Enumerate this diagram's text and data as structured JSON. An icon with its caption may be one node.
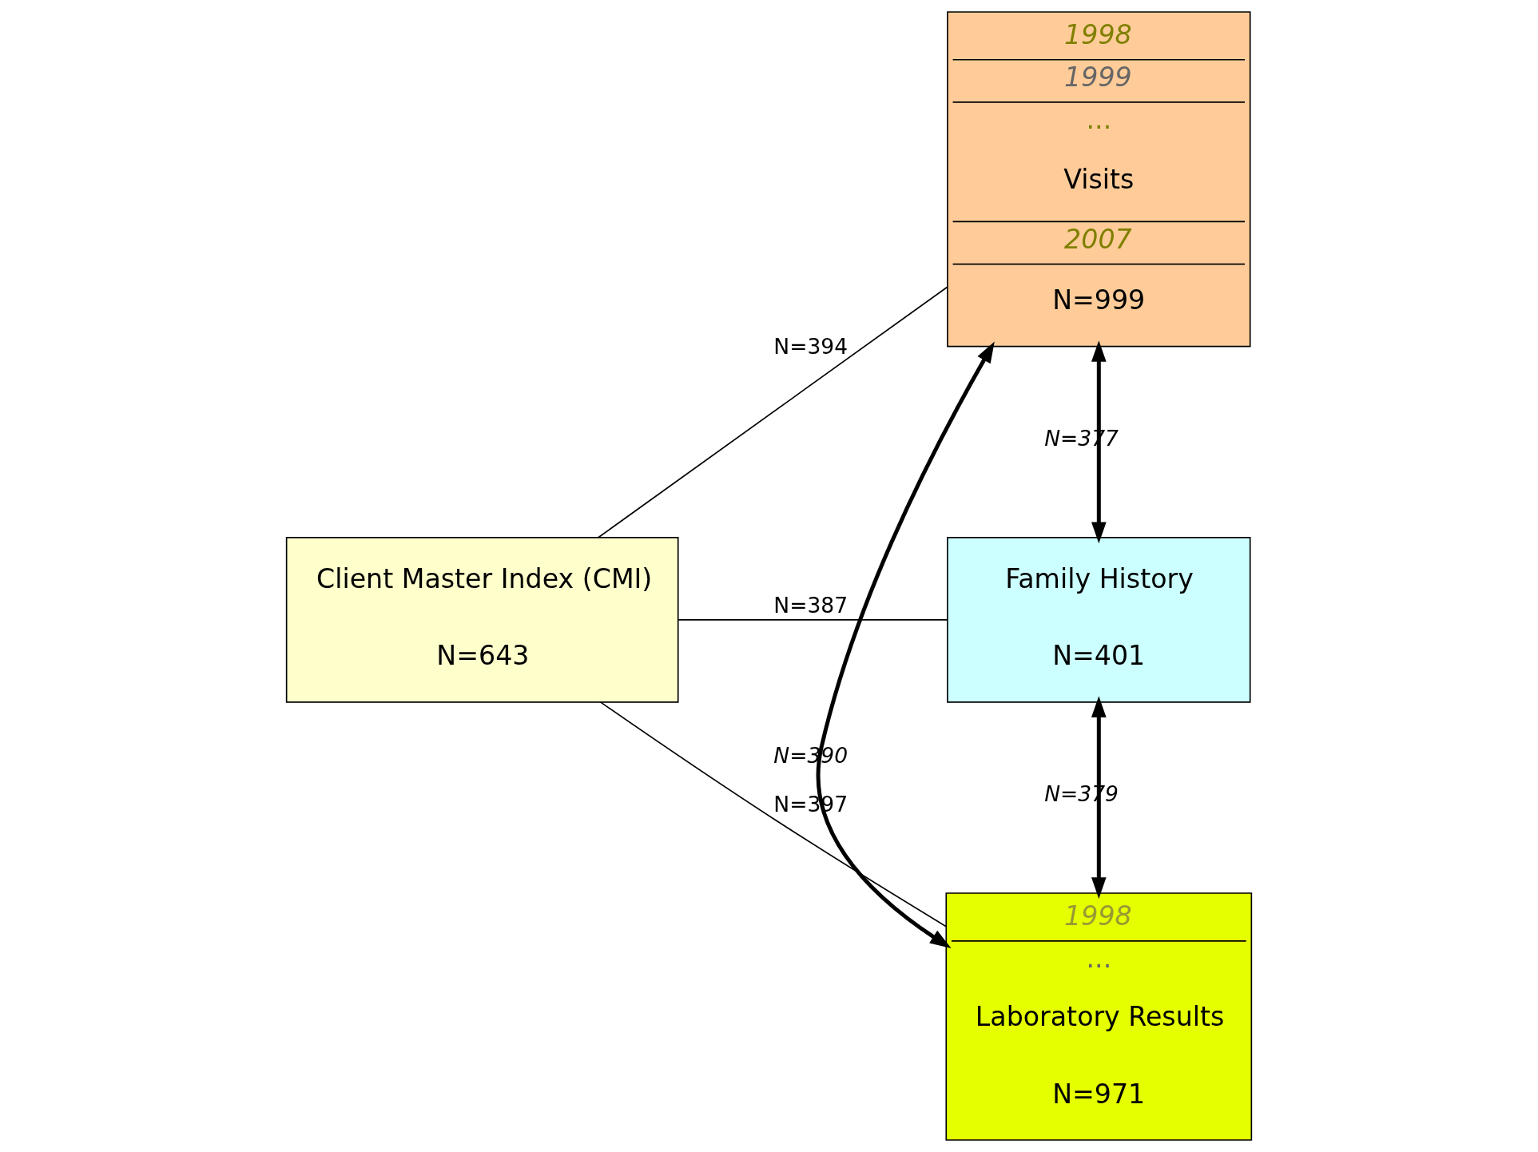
{
  "diagram": {
    "nodes": [
      {
        "text": [
          "Client Master Index (CMI)",
          "N=643"
        ]
      },
      {
        "text": [
          "1998",
          "1999",
          "...",
          "Visits",
          "2007",
          "N=999"
        ]
      },
      {
        "text": [
          "Family History",
          "N=401"
        ]
      },
      {
        "text": [
          "1998",
          "...",
          "Laboratory Results",
          "N=971"
        ]
      }
    ],
    "edges": [
      {
        "from": 0,
        "to": 1,
        "arrow": "none",
        "label": "N=394"
      },
      {
        "from": 0,
        "to": 2,
        "arrow": "none",
        "label": "N=387"
      },
      {
        "from": 0,
        "to": 3,
        "arrow": "none",
        "label": "N=397"
      },
      {
        "from": 1,
        "to": 2,
        "arrow": "both",
        "label": "N=377",
        "style": "thick"
      },
      {
        "from": 1,
        "to": 3,
        "arrow": "both",
        "label": "N=390",
        "style": "thick"
      },
      {
        "from": 2,
        "to": 3,
        "arrow": "both",
        "label": "N=379",
        "style": "thick"
      }
    ]
  }
}
